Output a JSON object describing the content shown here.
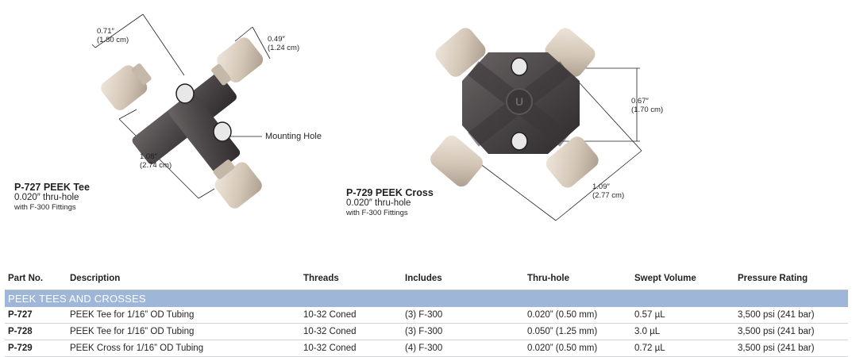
{
  "tee": {
    "dim_top_in": "0.71″",
    "dim_top_cm": "(1.80 cm)",
    "dim_right_in": "0.49″",
    "dim_right_cm": "(1.24 cm)",
    "dim_bottom_in": "1.08″",
    "dim_bottom_cm": "(2.74 cm)",
    "mounting_hole": "Mounting Hole",
    "title": "P-727 PEEK Tee",
    "thru_hole": "0.020″ thru-hole",
    "fittings": "with F-300 Fittings"
  },
  "cross": {
    "dim_side_in": "0.67″",
    "dim_side_cm": "(1.70 cm)",
    "dim_diag_in": "1.09″",
    "dim_diag_cm": "(2.77 cm)",
    "title": "P-729 PEEK Cross",
    "thru_hole": "0.020″ thru-hole",
    "fittings": "with F-300 Fittings"
  },
  "table": {
    "headers": [
      "Part No.",
      "Description",
      "Threads",
      "Includes",
      "Thru-hole",
      "Swept Volume",
      "Pressure Rating"
    ],
    "section": "PEEK TEES AND CROSSES",
    "rows": [
      [
        "P-727",
        "PEEK Tee for 1/16” OD Tubing",
        "10-32 Coned",
        "(3) F-300",
        "0.020” (0.50 mm)",
        "0.57 µL",
        "3,500 psi (241 bar)"
      ],
      [
        "P-728",
        "PEEK Tee for 1/16” OD Tubing",
        "10-32 Coned",
        "(3) F-300",
        "0.050” (1.25 mm)",
        "3.0 µL",
        "3,500 psi (241 bar)"
      ],
      [
        "P-729",
        "PEEK Cross for 1/16” OD Tubing",
        "10-32 Coned",
        "(4) F-300",
        "0.020” (0.50 mm)",
        "0.72 µL",
        "3,500 psi (241 bar)"
      ]
    ]
  },
  "colors": {
    "body": "#4a4546",
    "fitting": "#d6cbbd",
    "section_bar": "#9eb6d8"
  }
}
